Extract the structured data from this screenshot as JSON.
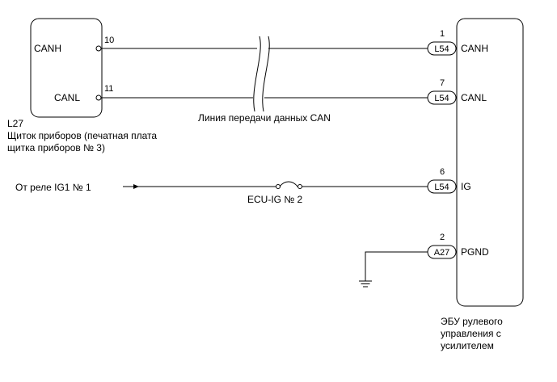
{
  "cluster": {
    "id": "L27",
    "name_line1": "Щиток приборов (печатная плата",
    "name_line2": "щитка приборов № 3)",
    "pins": [
      {
        "signal": "CANH",
        "number": "10"
      },
      {
        "signal": "CANL",
        "number": "11"
      }
    ]
  },
  "ecu": {
    "name_line1": "ЭБУ рулевого",
    "name_line2": "управления с",
    "name_line3": "усилителем",
    "pins": [
      {
        "number": "1",
        "connector": "L54",
        "signal": "CANH"
      },
      {
        "number": "7",
        "connector": "L54",
        "signal": "CANL"
      },
      {
        "number": "6",
        "connector": "L54",
        "signal": "IG"
      },
      {
        "number": "2",
        "connector": "A27",
        "signal": "PGND"
      }
    ]
  },
  "can_line_label": "Линия передачи данных CAN",
  "relay_source_label": "От реле IG1 № 1",
  "fuse_label": "ECU-IG № 2"
}
